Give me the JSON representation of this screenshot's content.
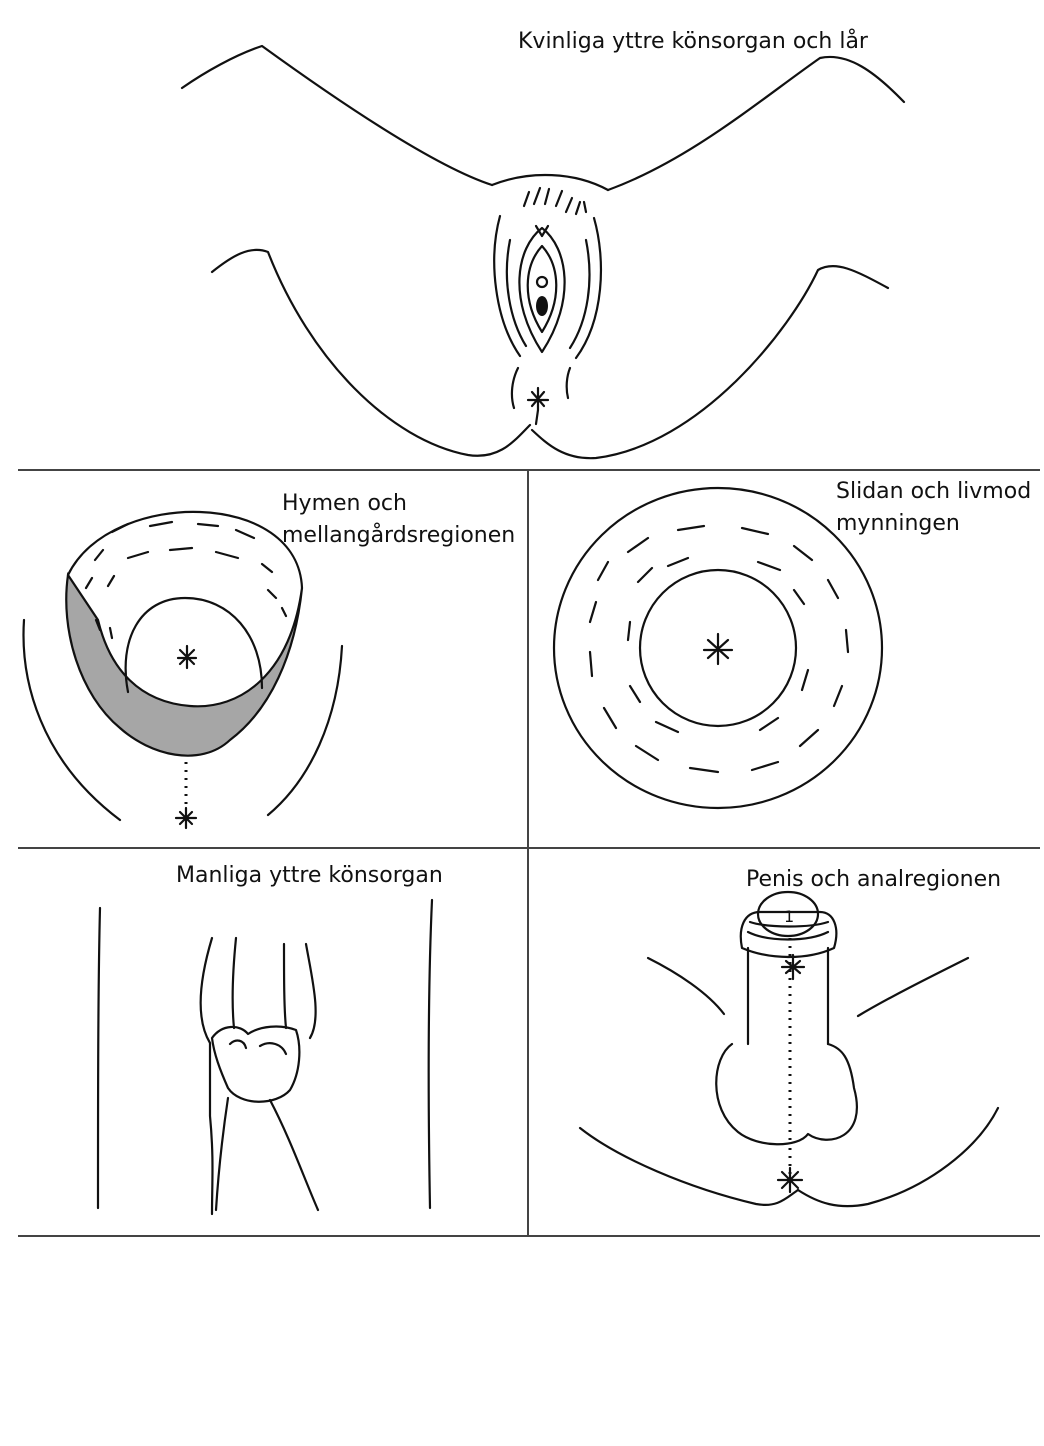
{
  "labels": {
    "female_external": "Kvinliga yttre könsorgan och lår",
    "hymen_line1": "Hymen och",
    "hymen_line2": "mellangårdsregionen",
    "vagina_line1": "Slidan och livmod",
    "vagina_line2": "mynningen",
    "male_external": "Manliga yttre könsorgan",
    "penis_anal": "Penis och analregionen",
    "glans_mark": "1"
  },
  "colors": {
    "line": "#111111",
    "shaded_region": "#a6a6a6",
    "background": "#ffffff"
  },
  "layout": {
    "panels": [
      "female-external-panel",
      "hymen-panel",
      "vagina-panel",
      "male-external-panel",
      "penis-anal-panel"
    ]
  }
}
